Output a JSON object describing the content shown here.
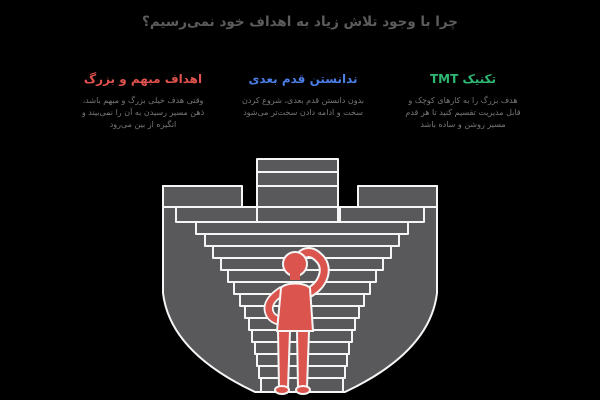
{
  "title": "چرا با وجود تلاش زیاد به اهداف خود نمی‌رسیم؟",
  "columns": [
    {
      "id": "problem-1",
      "heading": "اهداف مبهم و بزرگ",
      "heading_color": "#e0524e",
      "body": "وقتی هدف خیلی بزرگ و مبهم باشد، ذهن مسیر رسیدن به آن را نمی‌بیند و انگیزه از بین می‌رود"
    },
    {
      "id": "problem-2",
      "heading": "ندانستن قدم بعدی",
      "heading_color": "#4b7de6",
      "body": "بدون دانستن قدم بعدی، شروع کردن سخت و ادامه دادن سخت‌تر می‌شود"
    },
    {
      "id": "solution",
      "heading": "تکنیک TMT",
      "heading_color": "#2eb873",
      "body": "هدف بزرگ را به کارهای کوچک و قابل مدیریت تقسیم کنید تا هر قدم مسیر روشن و ساده باشد"
    }
  ],
  "illustration": {
    "description": "confused person scratching head before wide branching staircase",
    "stairs_color": "#59595b",
    "outline_color": "#f5f5f5",
    "person_color": "#dc544e",
    "background_color": "#000000"
  }
}
